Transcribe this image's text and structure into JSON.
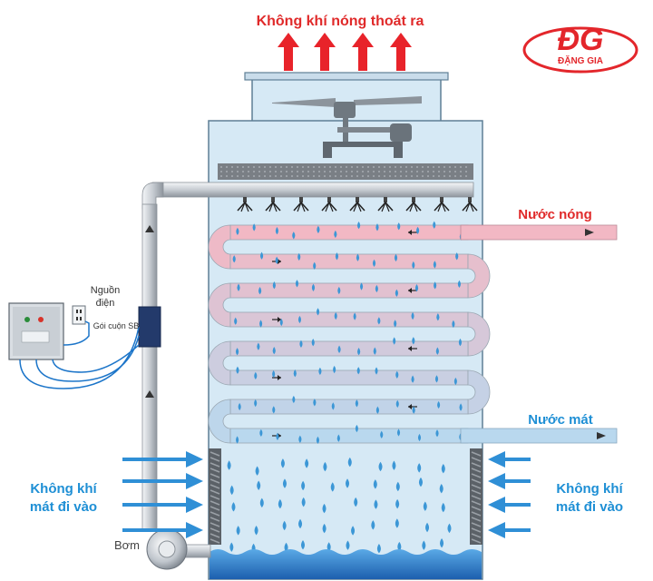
{
  "labels": {
    "hot_air_out": "Không khí nóng thoát ra",
    "hot_water": "Nước nóng",
    "cool_water": "Nước mát",
    "cool_air_left_1": "Không khí",
    "cool_air_left_2": "mát đi vào",
    "cool_air_right_1": "Không khí",
    "cool_air_right_2": "mát đi vào",
    "pump": "Bơm",
    "power_1": "Nguồn",
    "power_2": "điện",
    "coil_pack": "Gói cuộn SB"
  },
  "logo": {
    "mark": "ĐG",
    "name": "ĐẶNG GIA"
  },
  "colors": {
    "tower_fill": "#d6e9f5",
    "tower_stroke": "#5f7f95",
    "hot_pipe": "#f2b8c4",
    "cool_pipe": "#b9d8ee",
    "air_arrow": "#2f8fd6",
    "exhaust_arrow": "#e8232a",
    "water_drop": "#3c97d6",
    "label_red": "#e02a2a",
    "label_blue": "#1e8fd5",
    "logo_red": "#e3262b"
  }
}
